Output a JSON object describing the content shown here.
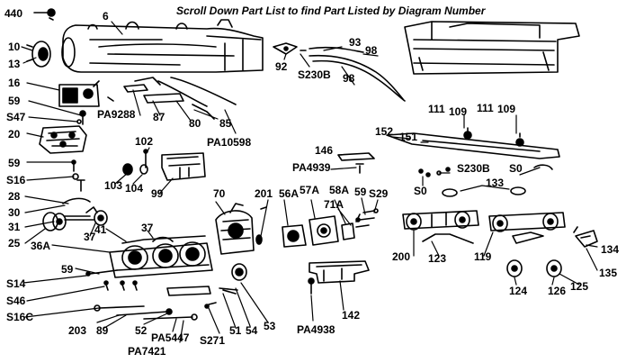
{
  "header": "Scroll Down Part List to find Part Listed by Diagram Number",
  "colors": {
    "ink": "#000000",
    "background": "#ffffff"
  },
  "labels": [
    "440",
    "6",
    "10",
    "13",
    "16",
    "59",
    "S47",
    "20",
    "59",
    "S16",
    "28",
    "30",
    "31",
    "25",
    "37",
    "36A",
    "41",
    "37",
    "59",
    "S14",
    "S46",
    "S16C",
    "203",
    "89",
    "52",
    "PA5447",
    "PA7421",
    "S271",
    "51",
    "54",
    "53",
    "102",
    "103",
    "104",
    "99",
    "70",
    "201",
    "56A",
    "57A",
    "58A",
    "71A",
    "59",
    "S29",
    "92",
    "S230B",
    "98",
    "93",
    "98",
    "PA9288",
    "87",
    "80",
    "85",
    "PA10598",
    "111",
    "109",
    "111",
    "109",
    "152",
    "151",
    "146",
    "PA4939",
    "S230B",
    "S0",
    "S0",
    "133",
    "200",
    "123",
    "119",
    "134",
    "135",
    "124",
    "126",
    "125",
    "142",
    "PA4938"
  ]
}
